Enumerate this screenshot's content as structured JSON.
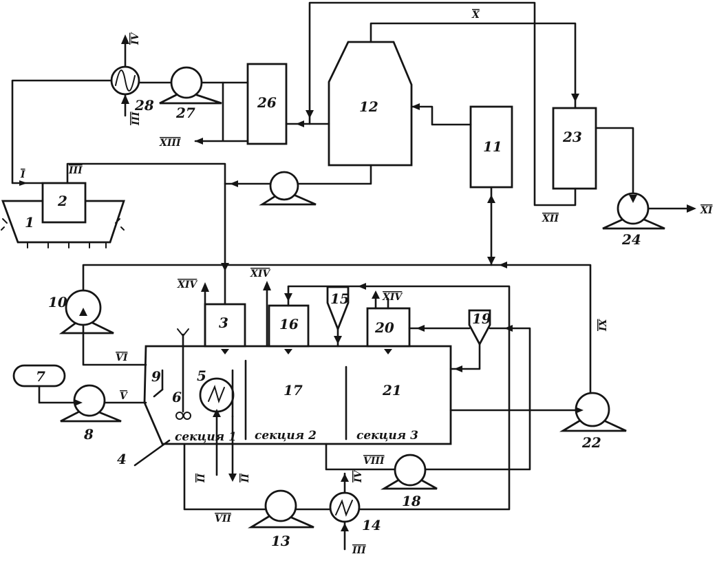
{
  "labels": {
    "u1": "1",
    "u2": "2",
    "u3": "3",
    "u4": "4",
    "u5": "5",
    "u6": "6",
    "u7": "7",
    "u8": "8",
    "u9": "9",
    "u10": "10",
    "u11": "11",
    "u12": "12",
    "u13": "13",
    "u14": "14",
    "u15": "15",
    "u16": "16",
    "u17": "17",
    "u18": "18",
    "u19": "19",
    "u20": "20",
    "u21": "21",
    "u22": "22",
    "u23": "23",
    "u24": "24",
    "u26": "26",
    "u27": "27",
    "u28": "28"
  },
  "sections": {
    "s1": "секция 1",
    "s2": "секция 2",
    "s3": "секция 3"
  },
  "streams": {
    "I": "I",
    "II": "II",
    "III": "III",
    "IV": "IV",
    "V": "V",
    "VI": "VI",
    "VII": "VII",
    "VIII": "VIII",
    "IX": "IX",
    "X": "X",
    "XI": "XI",
    "XII": "XII",
    "XIII": "XIII",
    "XIV": "XIV"
  }
}
